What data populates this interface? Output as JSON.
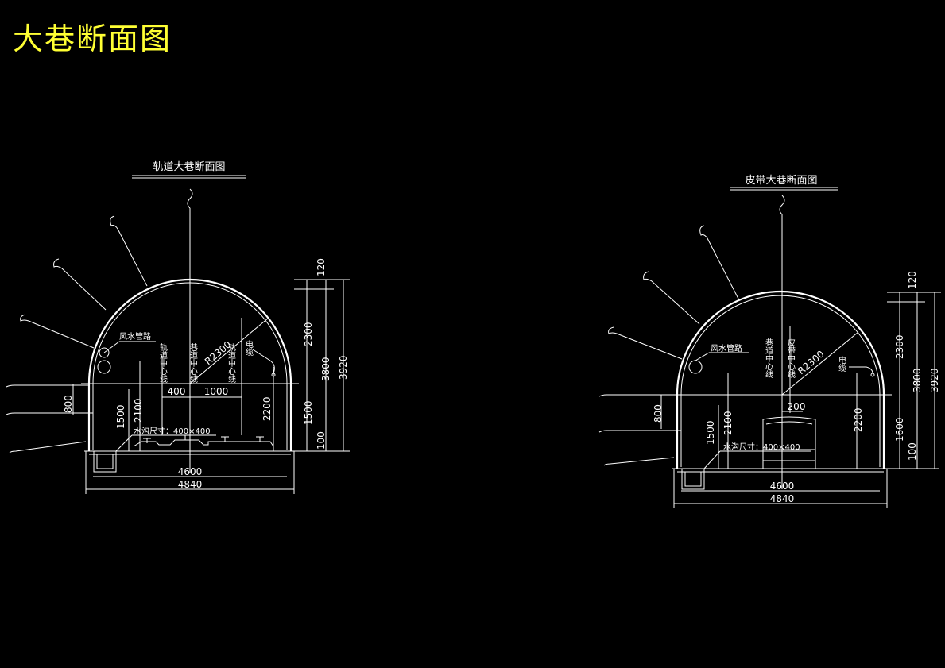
{
  "main_title": "大巷断面图",
  "colors": {
    "background": "#000000",
    "title": "#ffff33",
    "lines": "#ffffff"
  },
  "track": {
    "title": "轨道大巷断面图",
    "radius": "R2300",
    "pipe": "风水管路",
    "cable": "电缆",
    "center1": "轨道中心线",
    "center2": "巷道中心线",
    "center3": "轨道中心线",
    "drain": "水沟尺寸：400×400",
    "d400": "400",
    "d1000": "1000",
    "d800": "800",
    "d1500a": "1500",
    "d2100": "2100",
    "d2200": "2200",
    "d1500b": "1500",
    "d100": "100",
    "d2300": "2300",
    "d3800": "3800",
    "d3920": "3920",
    "d120": "120",
    "d4600": "4600",
    "d4840": "4840"
  },
  "belt": {
    "title": "皮带大巷断面图",
    "radius": "R2300",
    "pipe": "风水管路",
    "cable": "电缆",
    "center1": "巷道中心线",
    "center2": "皮带中心线",
    "drain": "水沟尺寸：400×400",
    "d200": "200",
    "d800": "800",
    "d1500": "1500",
    "d2100": "2100",
    "d2200": "2200",
    "d1600": "1600",
    "d100": "100",
    "d2300": "2300",
    "d3800": "3800",
    "d3920": "3920",
    "d120": "120",
    "d4600": "4600",
    "d4840": "4840"
  }
}
